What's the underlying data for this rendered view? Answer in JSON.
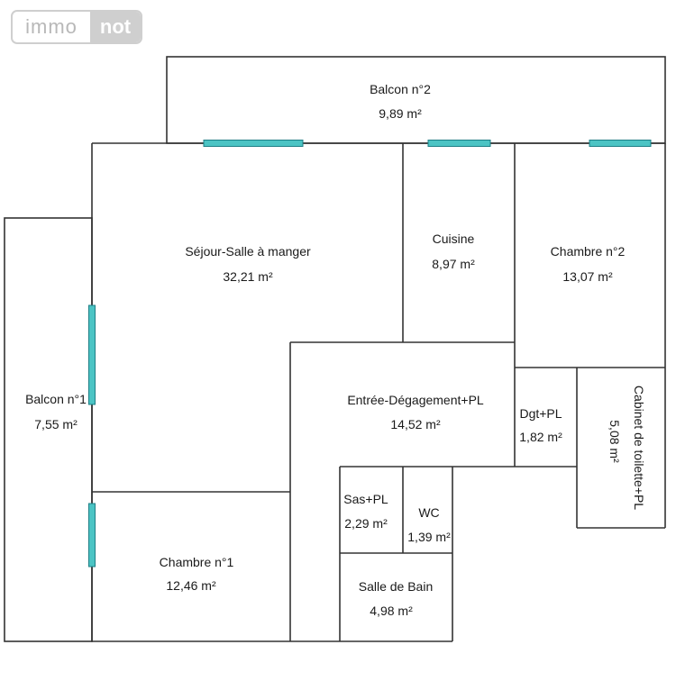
{
  "logo": {
    "part1": "immo",
    "part2": "not"
  },
  "colors": {
    "wall": "#333333",
    "window": "#4cc4c4",
    "window_edge": "#1d7f86"
  },
  "rooms": {
    "balcon2": {
      "name": "Balcon n°2",
      "area": "9,89  m²"
    },
    "sejour": {
      "name": "Séjour-Salle à manger",
      "area": "32,21  m²"
    },
    "cuisine": {
      "name": "Cuisine",
      "area": "8,97  m²"
    },
    "chambre2": {
      "name": "Chambre n°2",
      "area": "13,07  m²"
    },
    "balcon1": {
      "name": "Balcon n°1",
      "area": "7,55  m²"
    },
    "entree": {
      "name": "Entrée-Dégagement+PL",
      "area": "14,52  m²"
    },
    "dgt": {
      "name": "Dgt+PL",
      "area": "1,82  m²"
    },
    "cabinet": {
      "name": "Cabinet de toilette+PL",
      "area": "5,08  m²"
    },
    "sas": {
      "name": "Sas+PL",
      "area": "2,29  m²"
    },
    "wc": {
      "name": "WC",
      "area": "1,39  m²"
    },
    "chambre1": {
      "name": "Chambre n°1",
      "area": "12,46  m²"
    },
    "salledebain": {
      "name": "Salle de Bain",
      "area": "4,98  m²"
    }
  }
}
